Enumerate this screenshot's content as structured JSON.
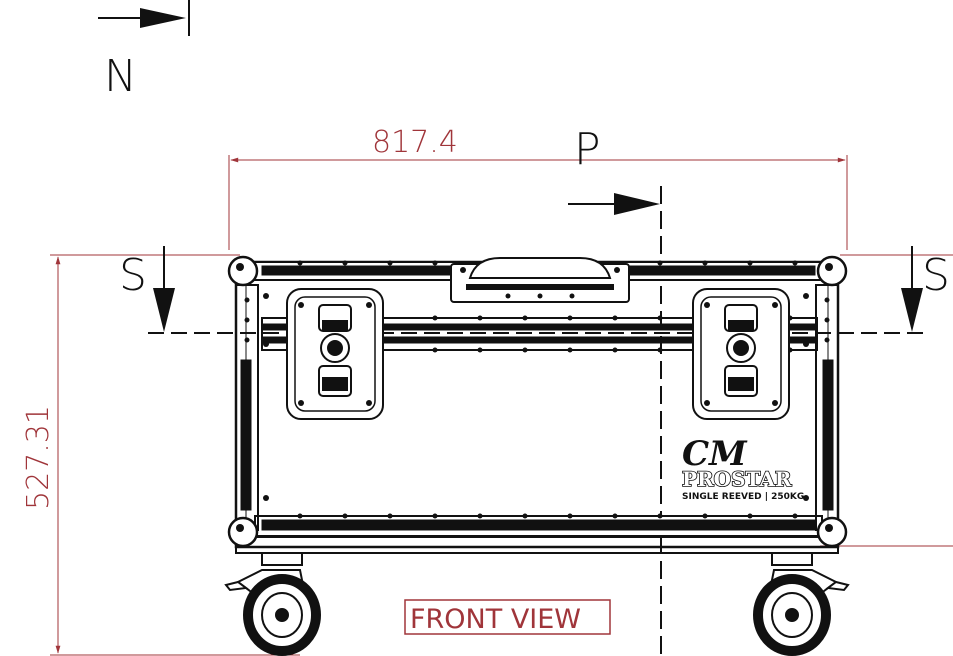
{
  "labels": {
    "north": "N",
    "section_p": "P",
    "section_s_left": "S",
    "section_s_right": "S",
    "view_title": "FRONT VIEW"
  },
  "dimensions": {
    "width": "817.4",
    "height": "527.31"
  },
  "logo": {
    "mark": "CM",
    "brand": "PROSTAR",
    "subtitle": "SINGLE REEVED | 250KG"
  },
  "colors": {
    "dimension": "#a0353a",
    "outline": "#111111"
  }
}
